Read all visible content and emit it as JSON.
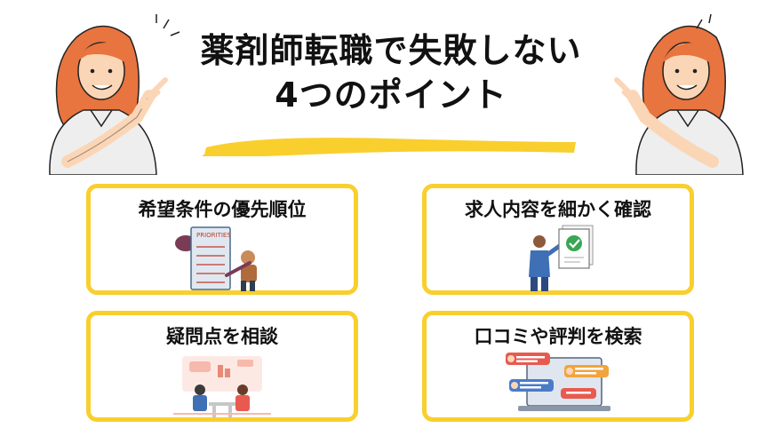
{
  "title": {
    "line1": "薬剤師転職で失敗しない",
    "line2": "4つのポイント"
  },
  "cards": [
    {
      "label": "希望条件の優先順位",
      "illustration_text": "PRIORITIES"
    },
    {
      "label": "求人内容を細かく確認"
    },
    {
      "label": "疑問点を相談"
    },
    {
      "label": "口コミや評判を検索"
    }
  ],
  "colors": {
    "accent_yellow": "#f9cf2d",
    "hair": "#e8743f",
    "skin": "#fbd6b6",
    "shirt": "#eeeeee"
  },
  "icons": [
    "woman-pointing-icon",
    "checklist-icon",
    "document-check-icon",
    "consultation-icon",
    "laptop-reviews-icon"
  ]
}
